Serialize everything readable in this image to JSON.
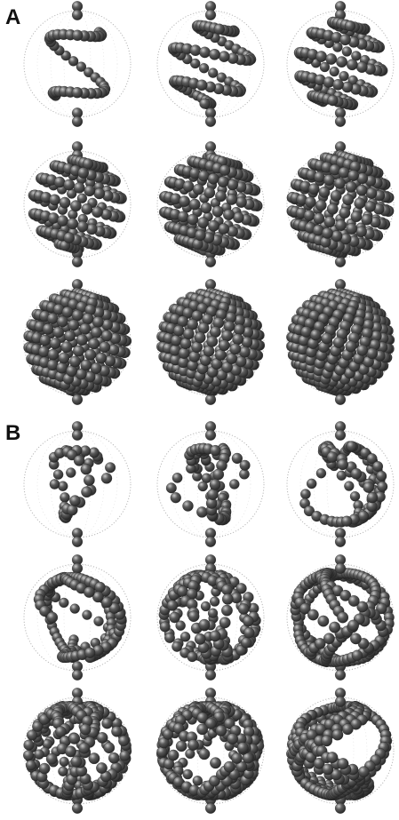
{
  "figure": {
    "panels": [
      {
        "label": "A",
        "description_pattern": "ordered",
        "rows": [
          [
            "ordered-1",
            "ordered-2",
            "ordered-3"
          ],
          [
            "ordered-4",
            "ordered-5",
            "ordered-6"
          ],
          [
            "ordered-7",
            "ordered-8",
            "ordered-9"
          ]
        ]
      },
      {
        "label": "B",
        "description_pattern": "disordered",
        "rows": [
          [
            "disordered-1",
            "disordered-2",
            "disordered-3"
          ],
          [
            "disordered-4",
            "disordered-5",
            "disordered-6"
          ],
          [
            "disordered-7",
            "disordered-8",
            "disordered-9"
          ]
        ]
      }
    ],
    "colors": {
      "bead": "#5a5a5a",
      "bead_highlight": "#c9c9c9",
      "bead_shadow": "#2a2a2a",
      "shell_dots": "#b8b8b8",
      "label": "#111111"
    }
  }
}
